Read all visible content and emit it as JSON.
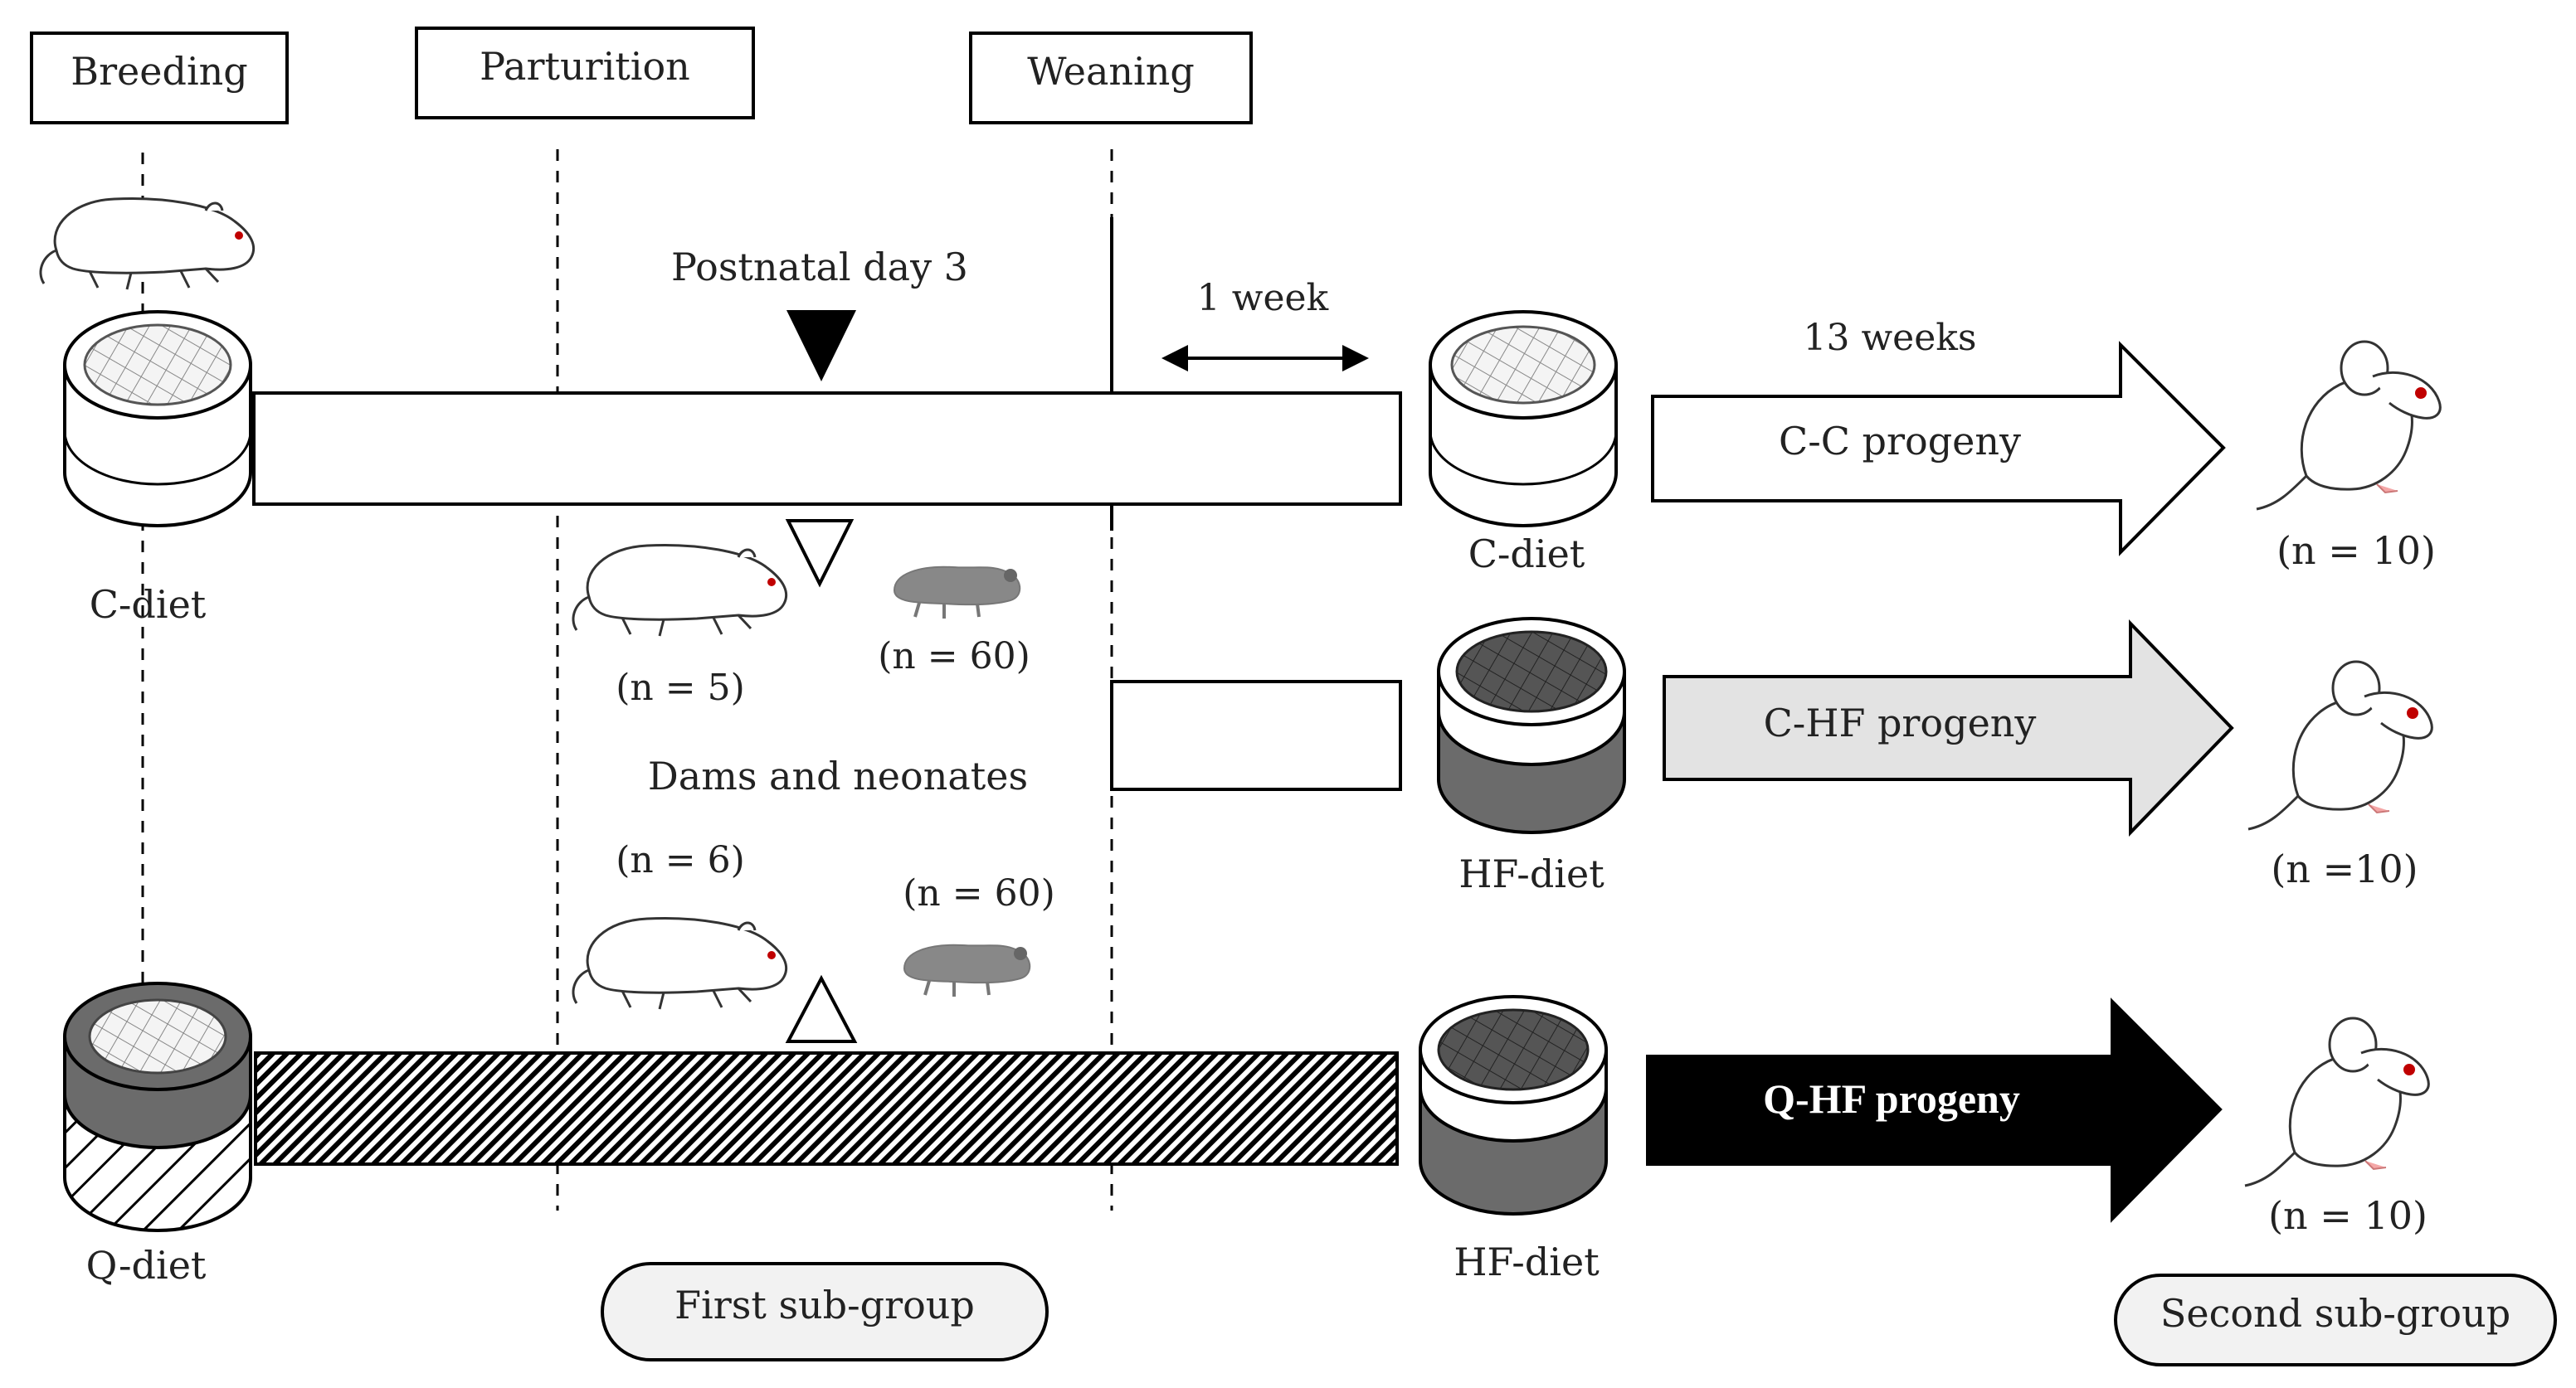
{
  "stages": {
    "breeding": "Breeding",
    "parturition": "Parturition",
    "weaning": "Weaning"
  },
  "timeline": {
    "postnatal_day": "Postnatal day 3",
    "one_week": "1 week",
    "thirteen_weeks": "13 weeks"
  },
  "diets": {
    "c_diet_left": "C-diet",
    "q_diet_left": "Q-diet",
    "c_diet_right": "C-diet",
    "hf_diet_middle": "HF-diet",
    "hf_diet_bottom": "HF-diet"
  },
  "dams": {
    "top_dam_n": "(n = 5)",
    "top_pups_n": "(n = 60)",
    "center_label": "Dams and neonates",
    "bottom_dam_n": "(n = 6)",
    "bottom_pups_n": "(n = 60)"
  },
  "progeny": {
    "cc_label": "C-C progeny",
    "chf_label": "C-HF progeny",
    "qhf_label": "Q-HF progeny",
    "cc_n": "(n = 10)",
    "chf_n": "(n =10)",
    "qhf_n": "(n = 10)"
  },
  "groups": {
    "first": "First sub-group",
    "second": "Second sub-group"
  },
  "colors": {
    "black": "#000000",
    "dark_gray": "#6b6b6b",
    "light_gray": "#e3e3e3",
    "pill_fill": "#f2f2f2",
    "eye_red": "#c00000"
  }
}
